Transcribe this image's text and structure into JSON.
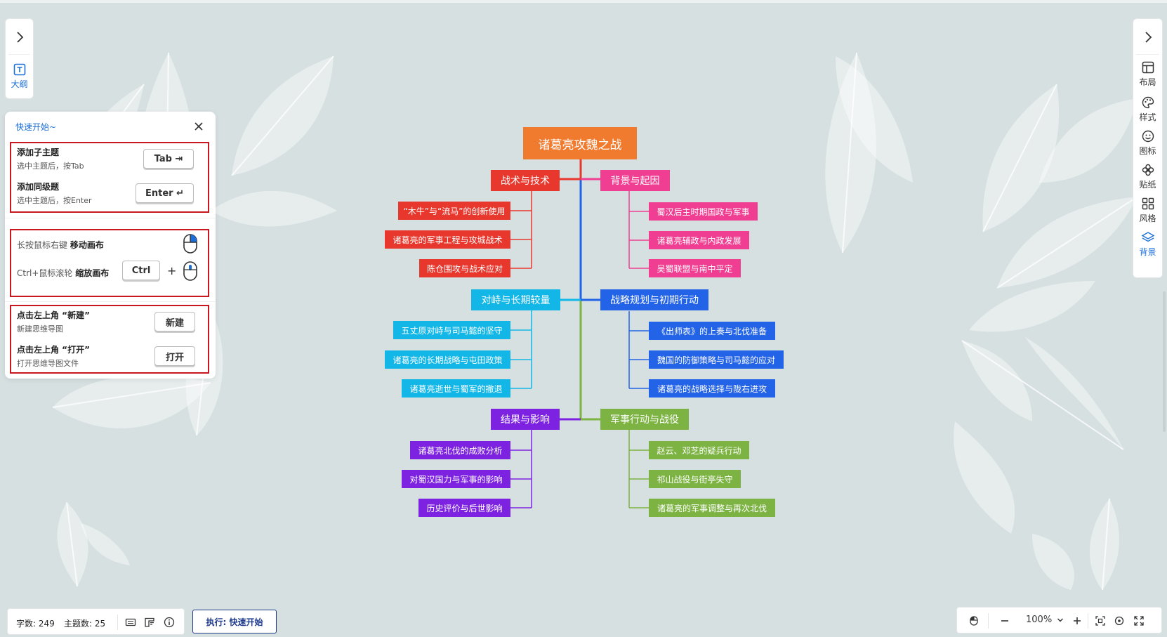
{
  "left_rail": {
    "toggle_icon": "chevron-right-icon",
    "outline_label": "大纲",
    "outline_icon": "text-box-icon"
  },
  "right_rail": {
    "toggle_icon": "chevron-right-icon",
    "items": [
      {
        "label": "布局",
        "icon": "layout-icon"
      },
      {
        "label": "样式",
        "icon": "palette-icon"
      },
      {
        "label": "图标",
        "icon": "smiley-icon"
      },
      {
        "label": "贴纸",
        "icon": "flower-icon"
      },
      {
        "label": "风格",
        "icon": "grid-icon"
      },
      {
        "label": "背景",
        "icon": "layers-icon",
        "active": true
      }
    ]
  },
  "quickstart": {
    "title": "快速开始~",
    "add_child": {
      "title": "添加子主题",
      "desc": "选中主题后，按Tab",
      "key": "Tab ⇥"
    },
    "add_sibling": {
      "title": "添加同级题",
      "desc": "选中主题后，按Enter",
      "key": "Enter ↵"
    },
    "move_canvas": {
      "prefix": "长按鼠标右键 ",
      "bold": "移动画布"
    },
    "zoom_canvas": {
      "prefix": "Ctrl+鼠标滚轮 ",
      "bold": "缩放画布",
      "key": "Ctrl",
      "plus": "+"
    },
    "new_map": {
      "title": "点击左上角 “新建”",
      "desc": "新建思维导图",
      "button": "新建"
    },
    "open_map": {
      "title": "点击左上角 “打开”",
      "desc": "打开思维导图文件",
      "button": "打开"
    }
  },
  "mindmap": {
    "root": "诸葛亮攻魏之战",
    "colors": {
      "red": "#e8382e",
      "pink": "#f03f92",
      "cyan": "#12b7e8",
      "blue": "#2363e8",
      "purple": "#7d22e0",
      "green": "#7cb342",
      "trunk_blue": "#2363e8",
      "trunk_green": "#7cb342"
    },
    "branches": [
      {
        "label": "战术与技术",
        "color": "#e8382e",
        "children": [
          "“木牛”与“流马”的创新使用",
          "诸葛亮的军事工程与攻城战术",
          "陈仓围攻与战术应对"
        ]
      },
      {
        "label": "背景与起因",
        "color": "#f03f92",
        "children": [
          "蜀汉后主时期国政与军事",
          "诸葛亮辅政与内政发展",
          "吴蜀联盟与南中平定"
        ]
      },
      {
        "label": "对峙与长期较量",
        "color": "#12b7e8",
        "children": [
          "五丈原对峙与司马懿的坚守",
          "诸葛亮的长期战略与屯田政策",
          "诸葛亮逝世与蜀军的撤退"
        ]
      },
      {
        "label": "战略规划与初期行动",
        "color": "#2363e8",
        "children": [
          "《出师表》的上奏与北伐准备",
          "魏国的防御策略与司马懿的应对",
          "诸葛亮的战略选择与陇右进攻"
        ]
      },
      {
        "label": "结果与影响",
        "color": "#7d22e0",
        "children": [
          "诸葛亮北伐的成败分析",
          "对蜀汉国力与军事的影响",
          "历史评价与后世影响"
        ]
      },
      {
        "label": "军事行动与战役",
        "color": "#7cb342",
        "children": [
          "赵云、邓芝的疑兵行动",
          "祁山战役与街亭失守",
          "诸葛亮的军事调整与再次北伐"
        ]
      }
    ]
  },
  "status": {
    "word_count": "字数: 249",
    "topic_count": "主题数: 25"
  },
  "run_button": "执行: 快速开始",
  "zoom_level": "100%"
}
